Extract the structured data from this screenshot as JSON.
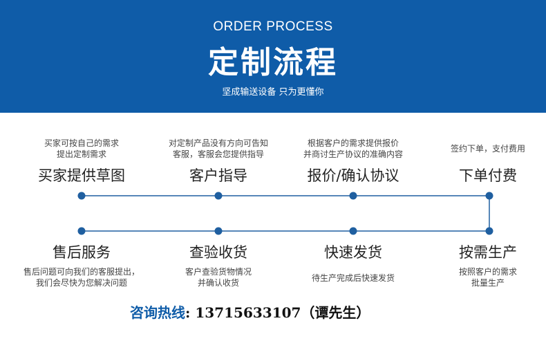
{
  "header": {
    "subtitle": "ORDER PROCESS",
    "title": "定制流程",
    "slogan": "坚成输送设备 只为更懂你"
  },
  "top_steps": [
    {
      "desc_line1": "买家可按自己的需求",
      "desc_line2": "提出定制需求",
      "label": "买家提供草图"
    },
    {
      "desc_line1": "对定制产品没有方向可告知",
      "desc_line2": "客服，客服会您提供指导",
      "label": "客户指导"
    },
    {
      "desc_line1": "根据客户的需求提供报价",
      "desc_line2": "并商讨生产协议的准确内容",
      "label": "报价/确认协议"
    },
    {
      "desc_line1": "签约下单，支付费用",
      "desc_line2": "",
      "label": "下单付费"
    }
  ],
  "bottom_steps": [
    {
      "label": "售后服务",
      "desc_line1": "售后问题可向我们的客服提出，",
      "desc_line2": "我们会尽快为您解决问题"
    },
    {
      "label": "查验收货",
      "desc_line1": "客户查验货物情况",
      "desc_line2": "并确认收货"
    },
    {
      "label": "快速发货",
      "desc_line1": "待生产完成后快速发货",
      "desc_line2": ""
    },
    {
      "label": "按需生产",
      "desc_line1": "按照客户的需求",
      "desc_line2": "批量生产"
    }
  ],
  "contact": {
    "label": "咨询热线",
    "separator": ": ",
    "value": "13715633107（谭先生）"
  },
  "colors": {
    "brand_blue": "#0f5ca8",
    "line": "#1f5fa0"
  }
}
